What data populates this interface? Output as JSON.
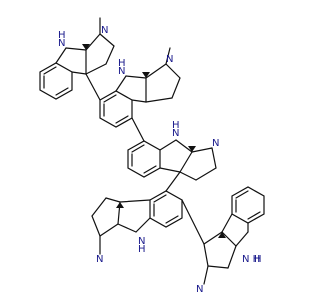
{
  "colors": {
    "bond": "#111111",
    "heteroatom": "#1a1a8c",
    "background": "#ffffff"
  },
  "atoms": {
    "nh_1": "N\nH",
    "n_1": "N",
    "h_1": "H",
    "nh_2": "N",
    "h_2": "H",
    "n_2": "N",
    "h_2b": "H",
    "nh_3": "N",
    "h_3": "H",
    "n_3": "N",
    "nh_4": "N",
    "h_4": "H",
    "n_4": "N",
    "nh_5": "N",
    "h_5": "H",
    "n_5": "N"
  },
  "labels": {
    "N": "N",
    "H": "H",
    "NH": "NH"
  }
}
